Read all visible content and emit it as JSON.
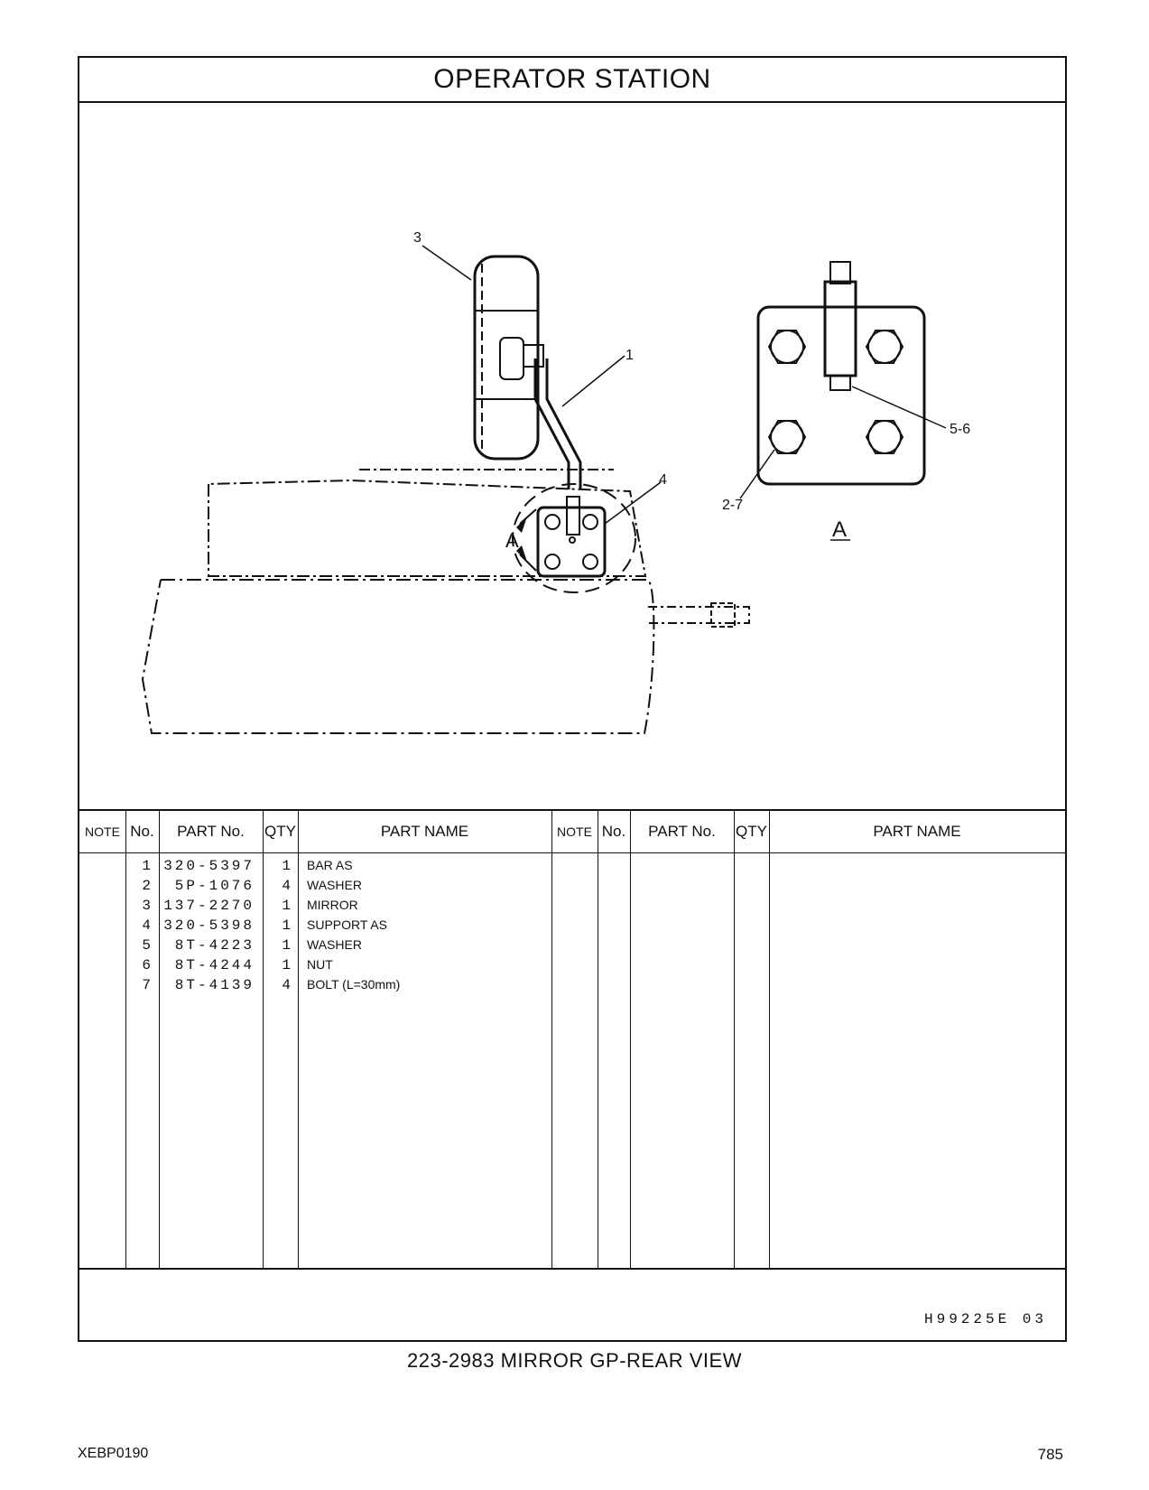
{
  "header": {
    "title": "OPERATOR   STATION"
  },
  "drawing": {
    "callouts": [
      "3",
      "1",
      "4",
      "5-6",
      "2-7"
    ],
    "view_marker": "A",
    "view_label": "A"
  },
  "table": {
    "headers": {
      "note": "NOTE",
      "no": "No.",
      "part_no": "PART No.",
      "qty": "QTY",
      "part_name": "PART NAME"
    },
    "rows": [
      {
        "no": "1",
        "part_no": "320-5397",
        "qty": "1",
        "name": "BAR  AS"
      },
      {
        "no": "2",
        "part_no": "5P-1076",
        "qty": "4",
        "name": "WASHER"
      },
      {
        "no": "3",
        "part_no": "137-2270",
        "qty": "1",
        "name": "MIRROR"
      },
      {
        "no": "4",
        "part_no": "320-5398",
        "qty": "1",
        "name": "SUPPORT  AS"
      },
      {
        "no": "5",
        "part_no": "8T-4223",
        "qty": "1",
        "name": "WASHER"
      },
      {
        "no": "6",
        "part_no": "8T-4244",
        "qty": "1",
        "name": "NUT"
      },
      {
        "no": "7",
        "part_no": "8T-4139",
        "qty": "4",
        "name": "BOLT (L=30mm)"
      }
    ]
  },
  "illustration_code": "H99225E   03",
  "group_title": "223-2983   MIRROR  GP-REAR  VIEW",
  "footer": {
    "doc_id": "XEBP0190",
    "page_number": "785"
  }
}
